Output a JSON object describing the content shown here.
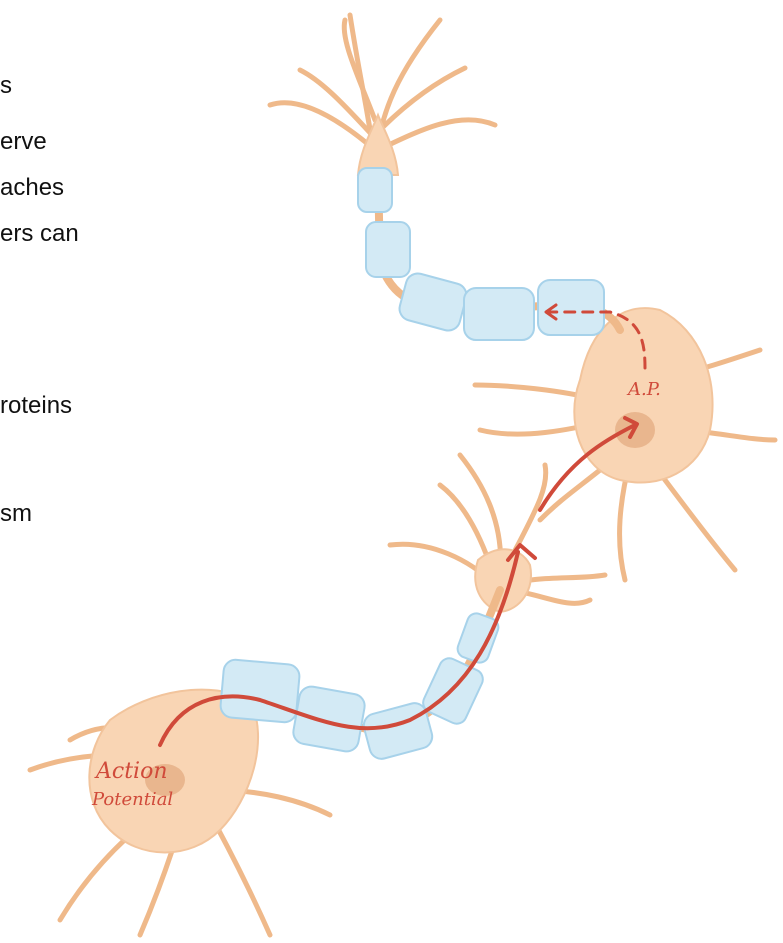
{
  "text_fragments": [
    "s",
    "erve",
    "aches",
    "ers can",
    "roteins",
    "sm"
  ],
  "annotations": {
    "action_line1": "Action",
    "action_line2": "Potential",
    "ap": "A.P."
  },
  "colors": {
    "neuron_fill": "#f9d5b4",
    "neuron_stroke": "#efb98a",
    "nucleus": "#e9b68e",
    "myelin_fill": "#d3eaf5",
    "myelin_stroke": "#a7d2ea",
    "signal": "#d04a3a",
    "text": "#111111"
  }
}
